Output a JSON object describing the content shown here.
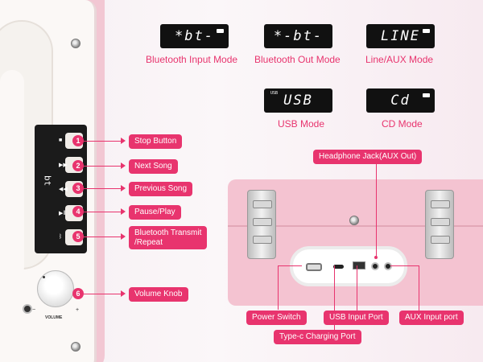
{
  "modes": [
    {
      "display": "*bt-",
      "label": "Bluetooth Input Mode"
    },
    {
      "display": "*-bt-",
      "label": "Bluetooth Out Mode"
    },
    {
      "display": "LINE",
      "label": "Line/AUX Mode"
    },
    {
      "display": "USB",
      "tag": "USB",
      "label": "USB Mode"
    },
    {
      "display": "Cd",
      "label": "CD Mode"
    }
  ],
  "controls": {
    "panel_display": "bt",
    "items": [
      {
        "number": "1",
        "label": "Stop Button"
      },
      {
        "number": "2",
        "label": "Next Song"
      },
      {
        "number": "3",
        "label": "Previous Song"
      },
      {
        "number": "4",
        "label": "Pause/Play"
      },
      {
        "number": "5",
        "label_line1": "Bluetooth Transmit",
        "label_line2": "/Repeat"
      },
      {
        "number": "6",
        "label": "Volume Knob"
      }
    ],
    "knob_label": "VOLUME",
    "knob_minus": "−",
    "knob_plus": "+"
  },
  "ports": {
    "headphone": "Headphone Jack(AUX Out)",
    "power": "Power Switch",
    "usb": "USB Input Port",
    "aux": "AUX Input port",
    "typec": "Type-c Charging Port"
  },
  "colors": {
    "accent": "#e8346e",
    "case": "#f4c3d1"
  }
}
